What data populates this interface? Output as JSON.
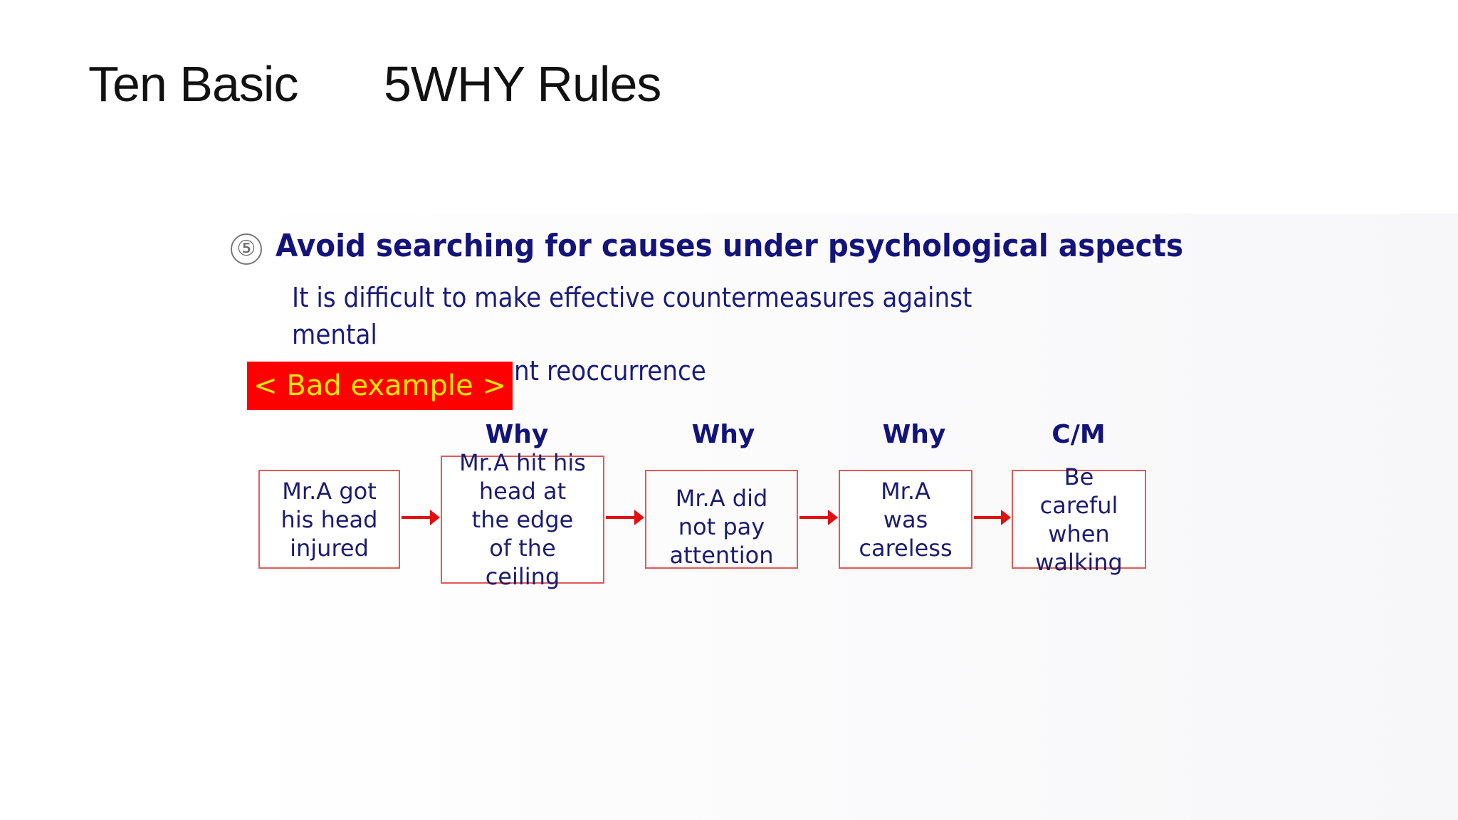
{
  "title": {
    "part1": "Ten Basic",
    "part2": "5WHY Rules"
  },
  "rule": {
    "number": "⑤",
    "heading": "Avoid searching for causes under psychological aspects",
    "body_line1": "It is difficult to make effective countermeasures against",
    "body_line2": "mental",
    "body_line3": "nt reoccurrence"
  },
  "bad_example_label": "< Bad example >",
  "colors": {
    "heading": "#13137a",
    "badge_bg": "#ff0000",
    "badge_text": "#ffe800",
    "arrow": "#e01010",
    "box_border": "#e05a5a"
  },
  "flow": {
    "labels": [
      "Why",
      "Why",
      "Why",
      "C/M"
    ],
    "boxes": [
      "Mr.A got his head injured",
      "Mr.A hit his head at the edge of the ceiling",
      "Mr.A did not pay attention",
      "Mr.A was careless",
      "Be careful when walking"
    ]
  }
}
